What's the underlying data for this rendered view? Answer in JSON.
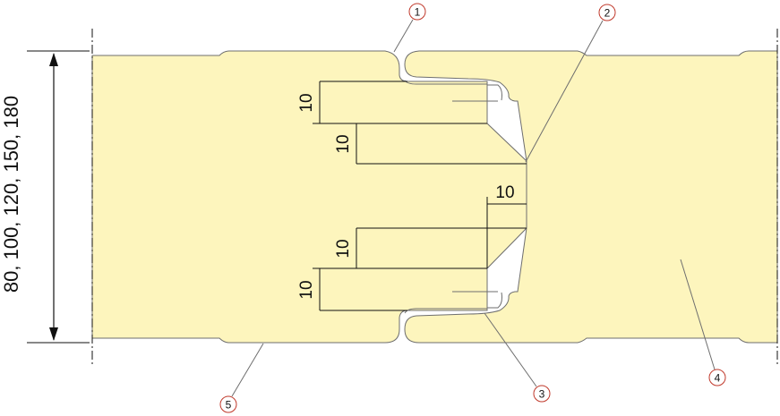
{
  "overall_dimension": "80, 100, 120, 150, 180",
  "dimensions": {
    "upper_slot_height": "10",
    "upper_taper_height": "10",
    "tongue_depth": "10",
    "lower_taper_height": "10",
    "lower_slot_height": "10"
  },
  "callouts": [
    "1",
    "2",
    "3",
    "4",
    "5"
  ],
  "colors": {
    "panel_fill": "#fdf5bd",
    "outline": "#6e6e6e",
    "dimension_line": "#111111",
    "callout_circle": "#c0392b"
  }
}
